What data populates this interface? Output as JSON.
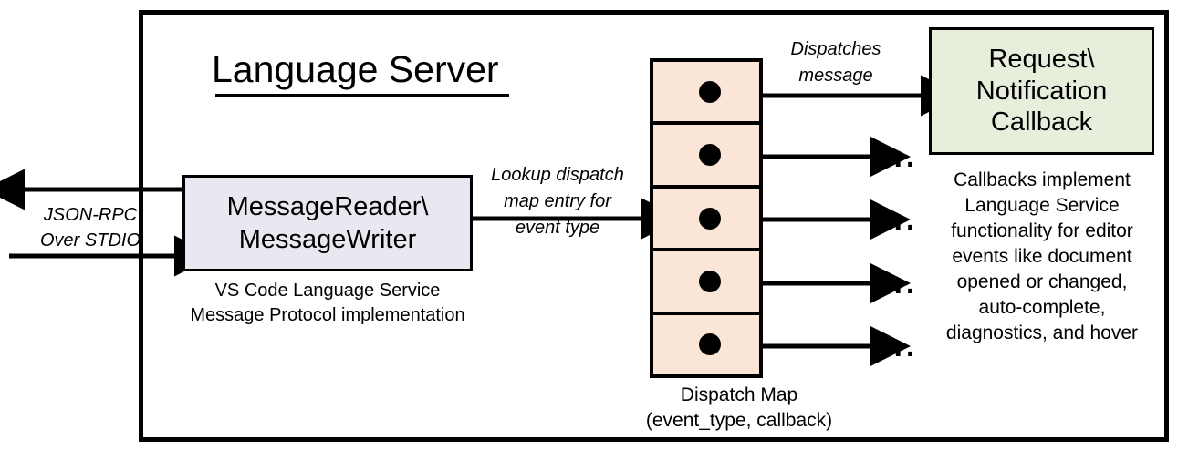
{
  "diagram": {
    "title": "Language Server",
    "outer_frame": {
      "name": "language-server-boundary"
    },
    "boxes": {
      "message_reader": {
        "label": "MessageReader\\\nMessageWriter",
        "caption": "VS Code Language Service\nMessage Protocol implementation",
        "fill": "#EAE7F0",
        "stroke": "#000000"
      },
      "callback": {
        "label": "Request\\\nNotification\nCallback",
        "caption": "Callbacks implement Language Service functionality for editor events like document opened or changed, auto-complete, diagnostics, and hover",
        "caption_lines": "Callbacks implement\nLanguage Service\nfunctionality for editor\nevents like document\nopened or changed,\nauto-complete,\ndiagnostics, and hover",
        "fill": "#E8EEDC",
        "stroke": "#000000"
      },
      "dispatch_map": {
        "caption": "Dispatch Map\n(event_type, callback)",
        "fill": "#FBE5D6",
        "stroke": "#000000",
        "row_count": 5,
        "rows": [
          {
            "index": 1,
            "target": "Request\\Notification Callback"
          },
          {
            "index": 2,
            "target": "..."
          },
          {
            "index": 3,
            "target": "..."
          },
          {
            "index": 4,
            "target": "..."
          },
          {
            "index": 5,
            "target": "..."
          }
        ]
      }
    },
    "edge_labels": {
      "json_rpc": "JSON-RPC\nOver STDIO",
      "lookup": "Lookup dispatch\nmap entry for\nevent type",
      "dispatches": "Dispatches\nmessage"
    },
    "ellipses": [
      "...",
      "...",
      "...",
      "..."
    ],
    "colors": {
      "background": "#FFFFFF",
      "line": "#000000",
      "reader_fill": "#EAE7F0",
      "callback_fill": "#E8EEDC",
      "map_fill": "#FBE5D6"
    }
  }
}
